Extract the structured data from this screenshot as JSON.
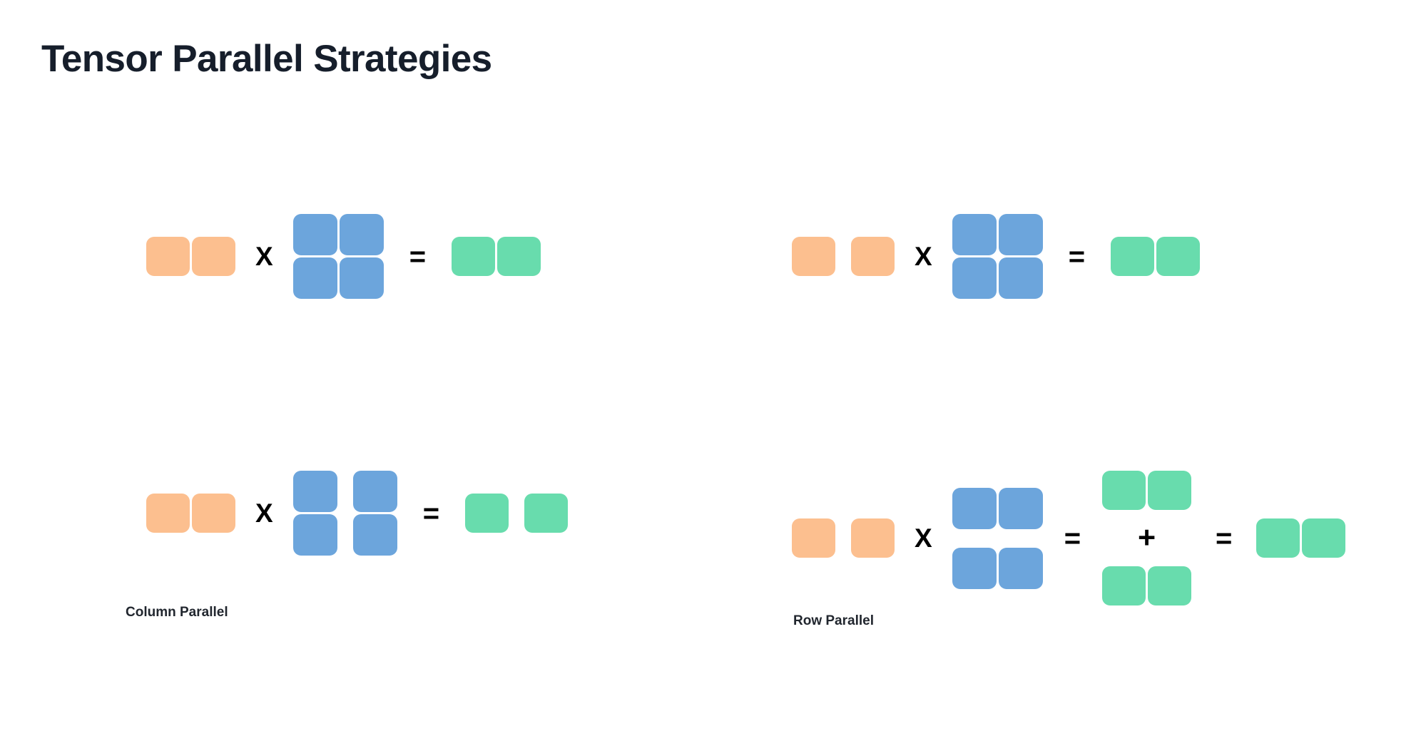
{
  "page": {
    "title": "Tensor Parallel Strategies",
    "background": "#ffffff"
  },
  "colors": {
    "title": "#161e2b",
    "input_orange": "#fcbf8f",
    "weight_blue": "#6ca5dc",
    "output_green": "#68dcad",
    "operator": "#000000"
  },
  "operators": {
    "multiply": "X",
    "equals": "=",
    "plus": "+"
  },
  "captions": {
    "column_parallel": "Column Parallel",
    "row_parallel": "Row Parallel"
  },
  "diagrams": [
    {
      "id": "top-left",
      "role": "unsharded-baseline-column",
      "description": "Full input row times full 2x2 weight matrix equals full output row",
      "input": {
        "color": "#fcbf8f",
        "blocks": 2,
        "split": "none"
      },
      "weight": {
        "color": "#6ca5dc",
        "rows": 2,
        "cols": 2,
        "split": "none"
      },
      "output": {
        "color": "#68dcad",
        "blocks": 2,
        "split": "none"
      }
    },
    {
      "id": "bottom-left",
      "role": "column-parallel",
      "description": "Full input row times column-sharded weight matrix equals column-sharded output",
      "input": {
        "color": "#fcbf8f",
        "blocks": 2,
        "split": "none"
      },
      "weight": {
        "color": "#6ca5dc",
        "rows": 2,
        "cols": 2,
        "split": "columns"
      },
      "output": {
        "color": "#68dcad",
        "blocks": 2,
        "split": "columns"
      }
    },
    {
      "id": "top-right",
      "role": "unsharded-baseline-row",
      "description": "Sharded input row times full 2x2 weight matrix equals full output row",
      "input": {
        "color": "#fcbf8f",
        "blocks": 2,
        "split": "columns"
      },
      "weight": {
        "color": "#6ca5dc",
        "rows": 2,
        "cols": 2,
        "split": "none"
      },
      "output": {
        "color": "#68dcad",
        "blocks": 2,
        "split": "none"
      }
    },
    {
      "id": "bottom-right",
      "role": "row-parallel",
      "description": "Sharded input row times row-sharded weight matrix equals two partial outputs summed into the final output",
      "input": {
        "color": "#fcbf8f",
        "blocks": 2,
        "split": "columns"
      },
      "weight": {
        "color": "#6ca5dc",
        "rows": 2,
        "cols": 2,
        "split": "rows"
      },
      "partials": [
        {
          "color": "#68dcad",
          "blocks": 2
        },
        {
          "color": "#68dcad",
          "blocks": 2
        }
      ],
      "output": {
        "color": "#68dcad",
        "blocks": 2,
        "split": "none"
      }
    }
  ]
}
